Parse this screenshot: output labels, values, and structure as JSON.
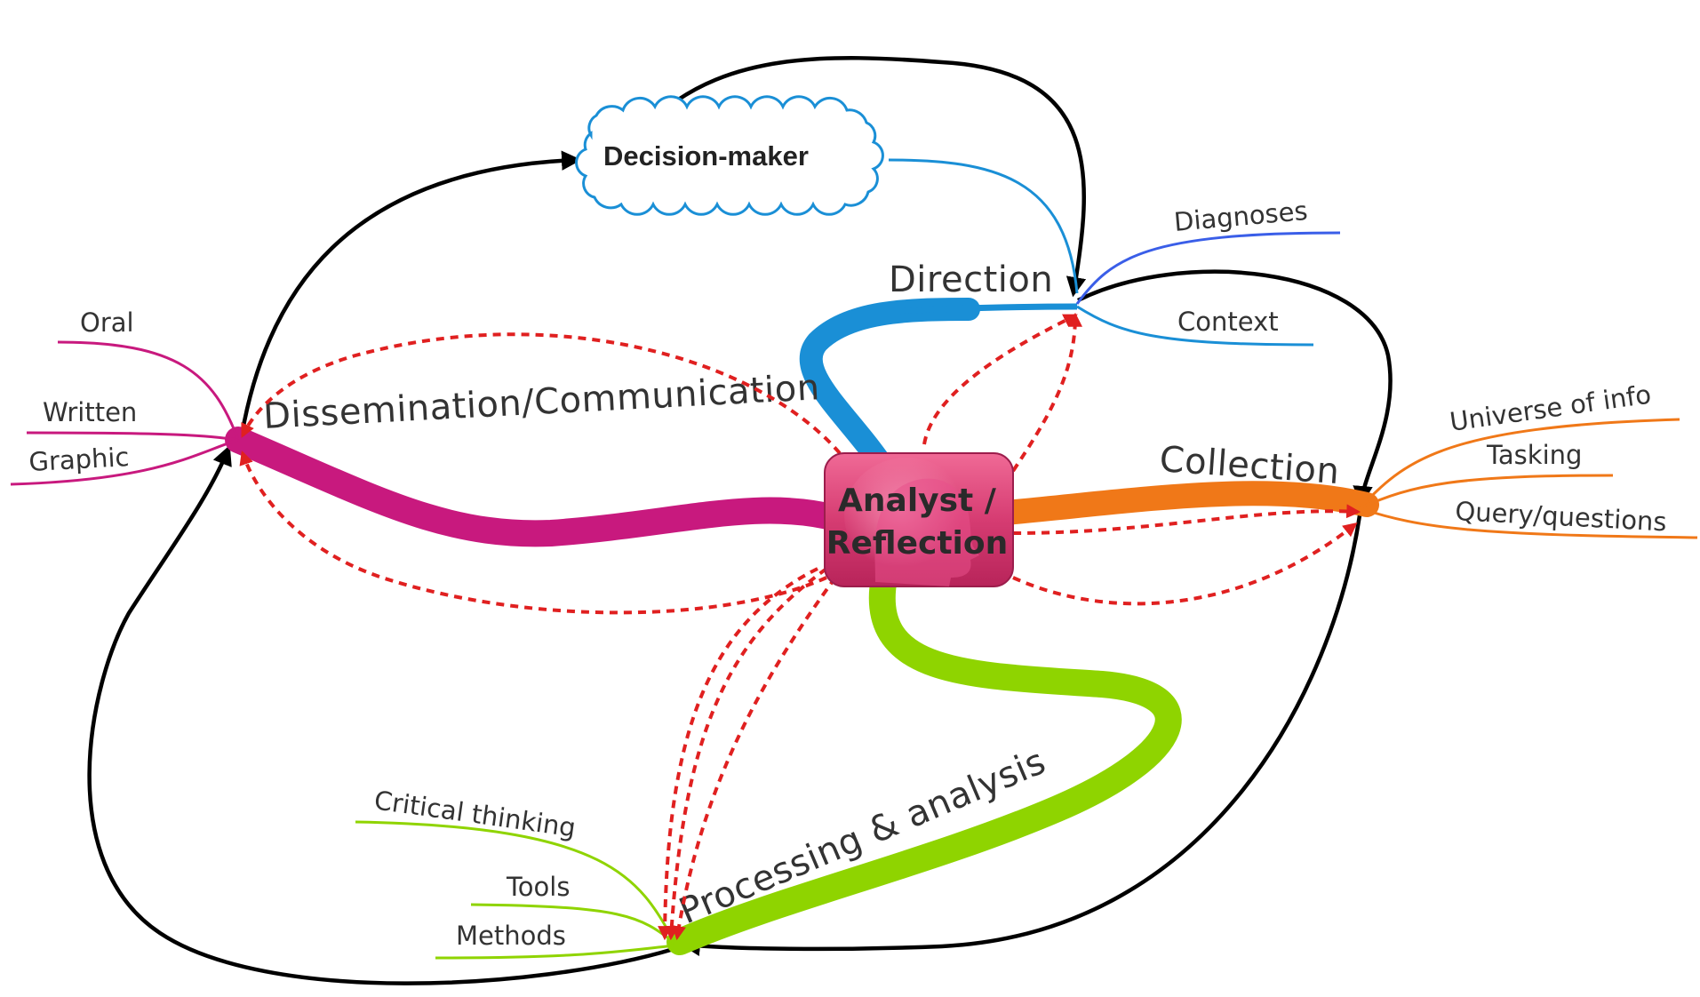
{
  "center": {
    "line1": "Analyst /",
    "line2": "Reflection"
  },
  "decision_maker": {
    "label": "Decision-maker"
  },
  "branches": {
    "direction": {
      "label": "Direction",
      "color": "#1a8fd6",
      "leaves": [
        "Diagnoses",
        "Context"
      ]
    },
    "collection": {
      "label": "Collection",
      "color": "#f07818",
      "leaves": [
        "Universe of info",
        "Tasking",
        "Query/questions"
      ]
    },
    "processing": {
      "label": "Processing & analysis",
      "color": "#8fd400",
      "leaves": [
        "Critical thinking",
        "Tools",
        "Methods"
      ]
    },
    "dissemination": {
      "label": "Dissemination/Communication",
      "color": "#c8197e",
      "leaves": [
        "Oral",
        "Written",
        "Graphic"
      ]
    }
  },
  "colors": {
    "cycle_arrow": "#000000",
    "feedback_dashed": "#e02020",
    "center_fill": "#d63c72",
    "decision_outline": "#1a8fd6",
    "diagnoses_accent": "#3a5ee8"
  }
}
